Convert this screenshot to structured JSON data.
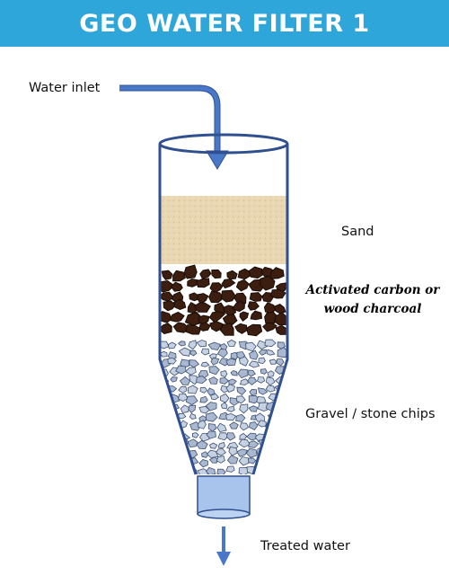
{
  "header": {
    "title": "GEO WATER FILTER 1",
    "background": "#2ea6d9",
    "text_color": "#ffffff"
  },
  "labels": {
    "inlet": "Water inlet",
    "sand": "Sand",
    "carbon_line1": "Activated carbon or",
    "carbon_line2": "wood charcoal",
    "gravel": "Gravel /  stone chips",
    "outlet": "Treated water"
  },
  "colors": {
    "outline": "#2f4f8f",
    "pipe": "#4a78c8",
    "sand": "#e9d7b2",
    "charcoal": "#3c1e10",
    "gravel": "#a9b8cf",
    "nozzle": "#a8c4ec"
  }
}
